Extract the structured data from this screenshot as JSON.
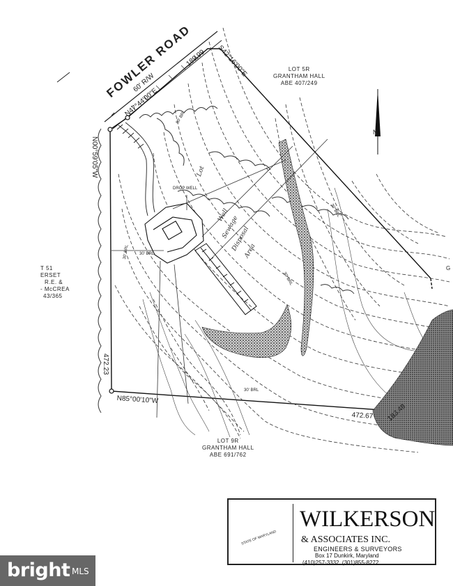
{
  "plat": {
    "road_name": "FOWLER ROAD",
    "road_row": "60' R/W",
    "bearings": {
      "front": "N47°44'00\"E",
      "east": "S42°16'00\"E",
      "west": "N00°59'05\"W",
      "south": "N85°00'10\"W"
    },
    "distances": {
      "front": "189.99",
      "west": "472.23",
      "south": "472.67",
      "southeast": "183.49"
    },
    "lots": {
      "north": [
        "LOT 5R",
        "GRANTHAM HALL",
        "ABE 407/249"
      ],
      "south": [
        "LOT 9R",
        "GRANTHAM HALL",
        "ABE 691/762"
      ],
      "west": [
        "T 51",
        "ERSET",
        "R.E. &",
        "- McCREA",
        "43/365"
      ]
    },
    "setback_labels": [
      "30' BRL",
      "30' BRL",
      "30' BRL",
      "50' BRL",
      "30' BRL",
      "30' BRL"
    ],
    "feature_labels": {
      "drop_well": "DROP WELL",
      "north_arrow": "N",
      "cut_edge": "G"
    },
    "handwritten": [
      "Lot",
      "Sewage",
      "Disposal",
      "Area",
      "Well"
    ]
  },
  "title_block": {
    "company": "WILKERSON",
    "subtitle": "& ASSOCIATES INC.",
    "profession": "ENGINEERS & SURVEYORS",
    "address": "Box 17   Dunkirk, Maryland",
    "phones": "(410)257-3332, (301)855-8272",
    "seal_text": "STATE OF MARYLAND"
  },
  "watermark": {
    "brand": "bright",
    "suffix": "MLS"
  }
}
